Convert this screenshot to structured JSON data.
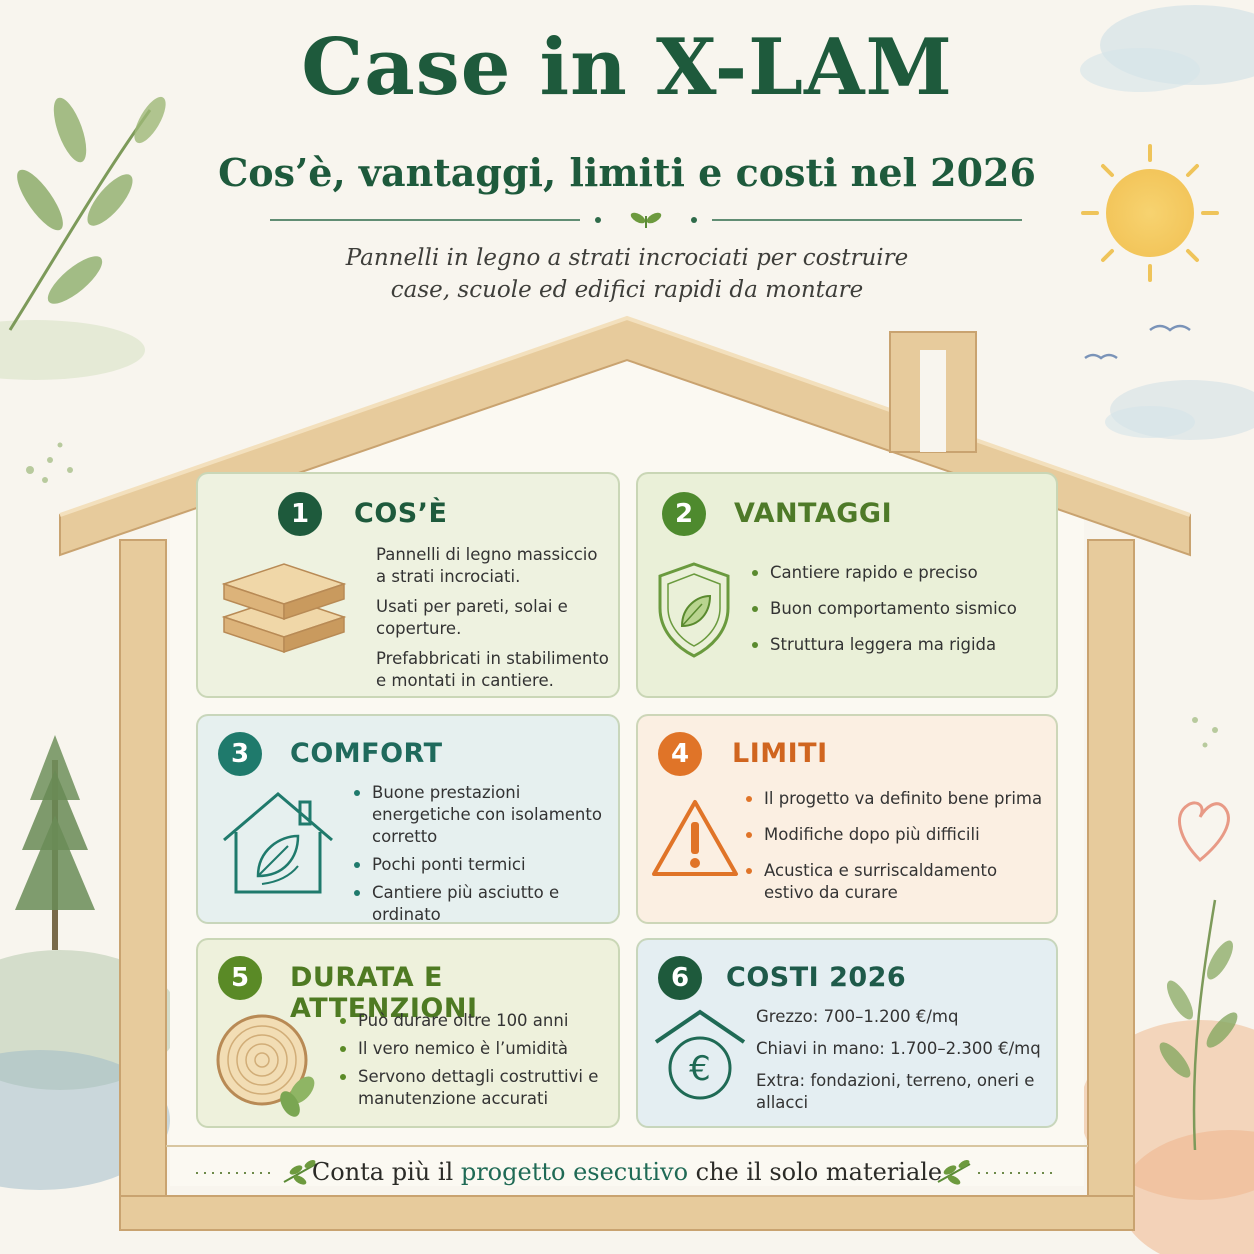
{
  "header": {
    "title": "Case in X-LAM",
    "subtitle": "Cos’è, vantaggi, limiti e costi nel 2026",
    "tagline_line1": "Pannelli in legno a strati incrociati per costruire",
    "tagline_line2": "case, scuole ed edifici rapidi da montare"
  },
  "sections": {
    "cose": {
      "number": "1",
      "title": "COS’È",
      "icon": "wood-panels-icon",
      "paragraphs": [
        "Pannelli di legno massiccio a strati incrociati.",
        "Usati per pareti, solai e coperture.",
        "Prefabbricati in stabilimento e montati in cantiere."
      ]
    },
    "vantaggi": {
      "number": "2",
      "title": "VANTAGGI",
      "icon": "shield-leaf-icon",
      "items": [
        "Cantiere rapido e preciso",
        "Buon comportamento sismico",
        "Struttura leggera ma rigida"
      ]
    },
    "comfort": {
      "number": "3",
      "title": "COMFORT",
      "icon": "house-leaf-icon",
      "items": [
        "Buone prestazioni energetiche con isolamento corretto",
        "Pochi ponti termici",
        "Cantiere più asciutto e ordinato"
      ]
    },
    "limiti": {
      "number": "4",
      "title": "LIMITI",
      "icon": "warning-icon",
      "items": [
        "Il progetto va definito bene prima",
        "Modifiche dopo più difficili",
        "Acustica e surriscaldamento estivo da curare"
      ]
    },
    "durata": {
      "number": "5",
      "title": "DURATA E ATTENZIONI",
      "icon": "wood-log-icon",
      "items": [
        "Può durare oltre 100 anni",
        "Il vero nemico è l’umidità",
        "Servono dettagli costruttivi e manutenzione accurati"
      ]
    },
    "costi": {
      "number": "6",
      "title": "COSTI 2026",
      "icon": "euro-house-icon",
      "rows": [
        {
          "label": "Grezzo:",
          "value": "700–1.200 €/mq"
        },
        {
          "label": "Chiavi in mano:",
          "value": "1.700–2.300 €/mq"
        },
        {
          "label": "Extra:",
          "value": "fondazioni, terreno, oneri e allacci"
        }
      ]
    }
  },
  "footer": {
    "before": "Conta più il ",
    "highlight": "progetto esecutivo",
    "after": " che il solo materiale"
  },
  "colors": {
    "dark_green": "#1e5a3c",
    "green": "#4e8a2e",
    "teal": "#1f7a6c",
    "orange": "#e07428",
    "olive": "#5a8a26",
    "wood": "#e6c89a"
  }
}
